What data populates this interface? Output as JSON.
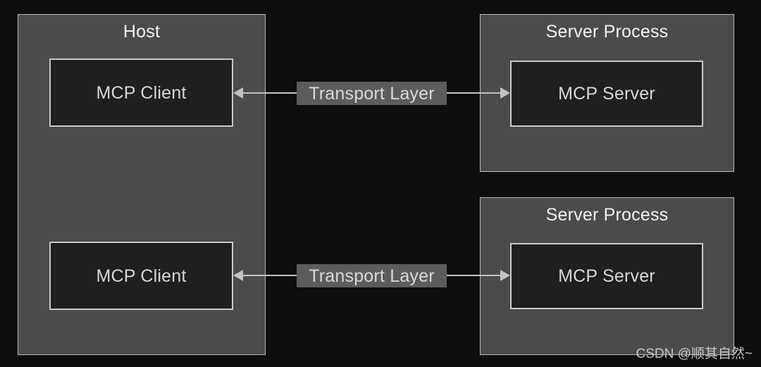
{
  "diagram": {
    "background_color": "#0e0e0f",
    "container_fill": "#4b4b4a",
    "inner_fill": "#1f1f20",
    "border_color": "#c9c9c7",
    "chip_fill": "#5c5c5b",
    "text_color": "#d8d8d8",
    "host": {
      "title": "Host",
      "clients": [
        {
          "label": "MCP Client"
        },
        {
          "label": "MCP Client"
        }
      ]
    },
    "server_processes": [
      {
        "title": "Server Process",
        "server_label": "MCP Server"
      },
      {
        "title": "Server Process",
        "server_label": "MCP Server"
      }
    ],
    "connections": [
      {
        "label": "Transport Layer"
      },
      {
        "label": "Transport Layer"
      }
    ],
    "watermark": "CSDN @顺其自然~"
  }
}
